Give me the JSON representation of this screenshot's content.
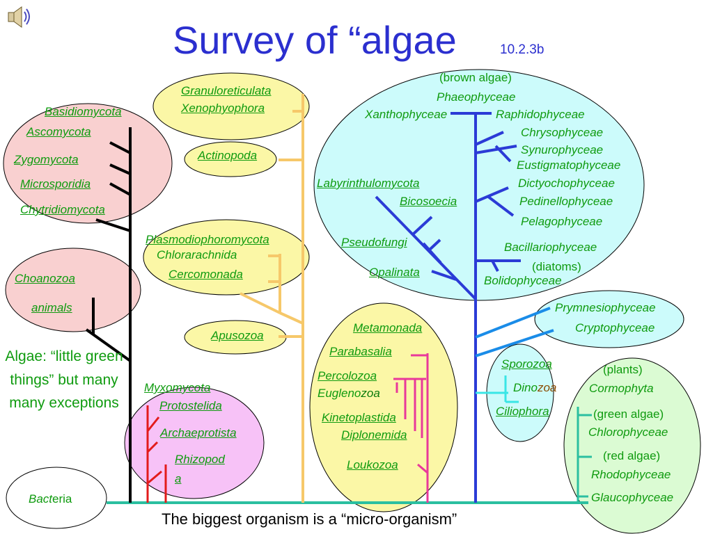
{
  "slide": {
    "title": "Survey of “algae",
    "subtitle": "10.2.3b",
    "footer": "The biggest organism is a “micro-organism”",
    "note": "Algae: “little green things” but many many exceptions",
    "speaker_icon": "speaker-icon"
  },
  "colors": {
    "title": "#2b2fcf",
    "label": "#0f9b0f",
    "fungi_bubble": "#f9d0d0",
    "rhizaria_bubble": "#fbf7a6",
    "mycetozoa_bubble": "#f7c2f7",
    "chromalveolate_bubble": "#ccfbfb",
    "plants_bubble": "#dbfbd3",
    "black_trunk": "#000000",
    "orange_trunk": "#f6c86a",
    "blue_trunk": "#2b3bd6",
    "pink_branch": "#e8399a",
    "red_branch": "#e31b1b",
    "light_blue_branch": "#1a8ce8",
    "teal_base": "#2bbfa0"
  },
  "labels": {
    "basidiomycota": "Basidiomycota",
    "ascomycota": "Ascomycota",
    "zygomycota": "Zygomycota",
    "microsporidia": "Microsporidia",
    "chytridiomycota": "Chytridiomycota",
    "choanozoa": "Choanozoa",
    "animals": "animals",
    "bacteria_a": "Bact",
    "bacteria_b": "eria",
    "granuloreticulata": "Granuloreticulata",
    "xenophyophora": "Xenophyophora",
    "actinopoda": "Actinopoda",
    "plasmodiophoromycota": "Plasmodiophoromycota",
    "chlorarachnida": "Chlorarachnida",
    "cercomonada": "Cercomonada",
    "apusozoa": "Apusozoa",
    "myxomycota": "Myxomycota",
    "protostelida": "Protostelida",
    "archaeprotista": "Archaeprotista",
    "rhizopoda_a": "Rhizopod",
    "rhizopoda_b": "a",
    "brown_algae": "(brown algae)",
    "phaeophyceae": "Phaeophyceae",
    "xanthophyceae": "Xanthophyceae",
    "raphidophyceae": "Raphidophyceae",
    "chrysophyceae": "Chrysophyceae",
    "synurophyceae": "Synurophyceae",
    "eustigmatophyceae": "Eustigmatophyceae",
    "labyrinthulomycota": "Labyrinthulomycota",
    "dictyochophyceae": "Dictyochophyceae",
    "bicosoecia": "Bicosoecia",
    "pedinellophyceae": "Pedinellophyceae",
    "pelagophyceae": "Pelagophyceae",
    "pseudofungi": "Pseudofungi",
    "bacillariophyceae": "Bacillariophyceae",
    "diatoms": "(diatoms)",
    "opalinata": "Opalinata",
    "bolidophyceae": "Bolidophyceae",
    "prymnesiophyceae": "Prymnesiophyceae",
    "cryptophyceae": "Cryptophyceae",
    "metamonada": "Metamonada",
    "parabasalia": "Parabasalia",
    "percolozoa": "Percolozoa",
    "euglenozoa_a": "Eugleno",
    "euglenozoa_b": "zoa",
    "kinetoplastida": "Kinetoplastida",
    "diplonemida": "Diplonemida",
    "loukozoa": "Loukozoa",
    "sporozoa": "Sporozoa",
    "dinozoa_a": "Dino",
    "dinozoa_b": "zoa",
    "ciliophora": "Ciliophora",
    "plants": "(plants)",
    "cormophyta": "Cormophyta",
    "green_algae": "(green algae)",
    "chlorophyceae": "Chlorophyceae",
    "red_algae": "(red algae)",
    "rhodophyceae": "Rhodophyceae",
    "glaucophyceae": "Glaucophyceae"
  }
}
